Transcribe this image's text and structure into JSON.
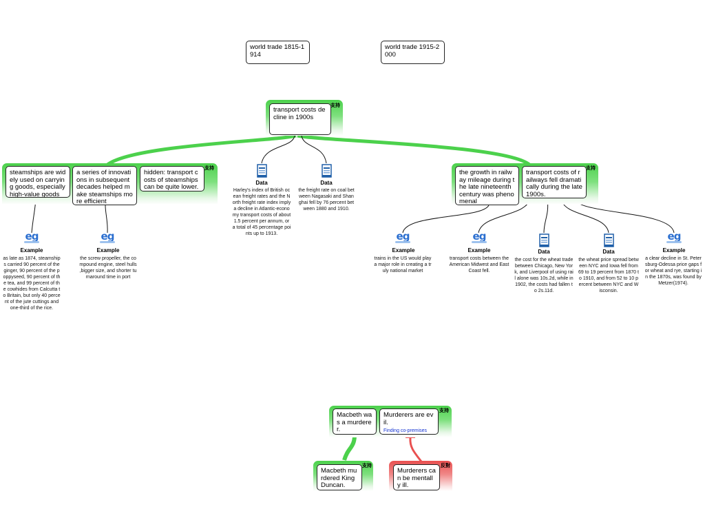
{
  "colors": {
    "support": "#4cd14c",
    "oppose": "#e95050"
  },
  "tags": {
    "support": "支持",
    "oppose": "反對"
  },
  "titles": {
    "a": "world trade 1815-1914",
    "b": "world trade 1915-2000"
  },
  "main": {
    "text": "transport costs decline in 1900s"
  },
  "left_group": {
    "a": "steamships are widely used on carrying goods, especially high-value goods",
    "b": "a series of innovations in subsequent decades helped make steamships more efficient",
    "c": "hidden: transport costs of steamships can be quite lower."
  },
  "right_group": {
    "a": "the growth in railway mileage during the late nineteenth century was phenomenal",
    "b": "transport costs of railways fell dramatically during the late 1900s."
  },
  "labels": {
    "example": "Example",
    "data": "Data"
  },
  "evidence": {
    "e1": "as late as 1874, steamships carried 90 percent of the ginger, 90 percent of the poppyseed, 90 percent of the tea, and 99 percent of the cowhides from Calcutta to Britain, but only 40 percent of the jute cuttings and one-third of the rice.",
    "e2": "the screw propeller, the compound engine, steel hulls ,bigger size, and shorter turnaround time in port",
    "d1": "Harley's index of British ocean freight rates and the North freight rate index imply a decline in Atlantic-economy transport costs of about 1.5 percent per annum, or a total of 45 percentage points up to 1913.",
    "d2": "the freight rate on coal between Nagasaki and Shanghai fell by 76 percent between 1880 and 1910.",
    "e3": "trains in the US would play a major role in creating a truly national market",
    "e4": "transport costs between the American Midwest and East Coast fell.",
    "d3": "the cost for the wheat trade between Chicago, New York, and Liverpool of using rail alone was 10s.2d, while in 1902, the costs had fallen to 2s.11d.",
    "d4": "the wheat price spread between NYC and Iowa fell from 69 to 19 percent from 1870 to 1910, and from 52 to 10 percent between NYC and Wisconsin.",
    "e5": "a clear decline in St. Petersburg-Odessa price gaps for wheat and rye, starting in the 1870s, was found by Metzer(1974)."
  },
  "macbeth": {
    "a": "Macbeth was a murderer.",
    "b": "Murderers are evil.",
    "b_link": "Finding co-premises",
    "c": "Macbeth murdered King Duncan.",
    "d": "Murderers can be mentally ill."
  }
}
